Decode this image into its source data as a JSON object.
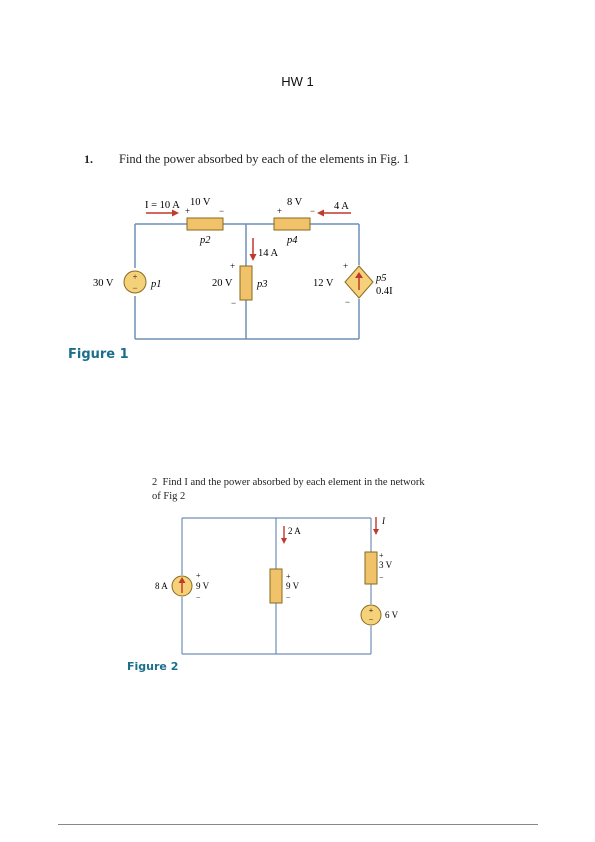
{
  "page": {
    "title": "HW 1"
  },
  "problem1": {
    "number": "1.",
    "text": "Find the power absorbed by each of the elements in Fig. 1",
    "figure_caption": "Figure 1",
    "labels": {
      "i_left": "I = 10 A",
      "v_p2": "10 V",
      "v_p4": "8 V",
      "i_right": "4 A",
      "p2": "p2",
      "p4": "p4",
      "i_middle": "14 A",
      "v_source": "30 V",
      "p1": "p1",
      "v_p3": "20 V",
      "p3": "p3",
      "v_p5": "12 V",
      "p5": "p5",
      "dep_value": "0.4I",
      "plus": "+",
      "minus": "−"
    }
  },
  "problem2": {
    "number": "2",
    "text": "Find I and the power absorbed by each element in the network of Fig 2",
    "figure_caption": "Figure 2",
    "labels": {
      "i_middle": "2 A",
      "i_right": "I",
      "i_source": "8 A",
      "v_source": "9 V",
      "v_middle": "9 V",
      "v_right": "3 V",
      "v_battery": "6 V",
      "plus": "+",
      "minus": "−"
    }
  },
  "colors": {
    "wire": "#6f8fb6",
    "resistor_fill": "#f0c36a",
    "resistor_stroke": "#8a6a1e",
    "arrow": "#c0392b",
    "source_fill": "#f5d27a",
    "caption": "#1b6f8c"
  }
}
